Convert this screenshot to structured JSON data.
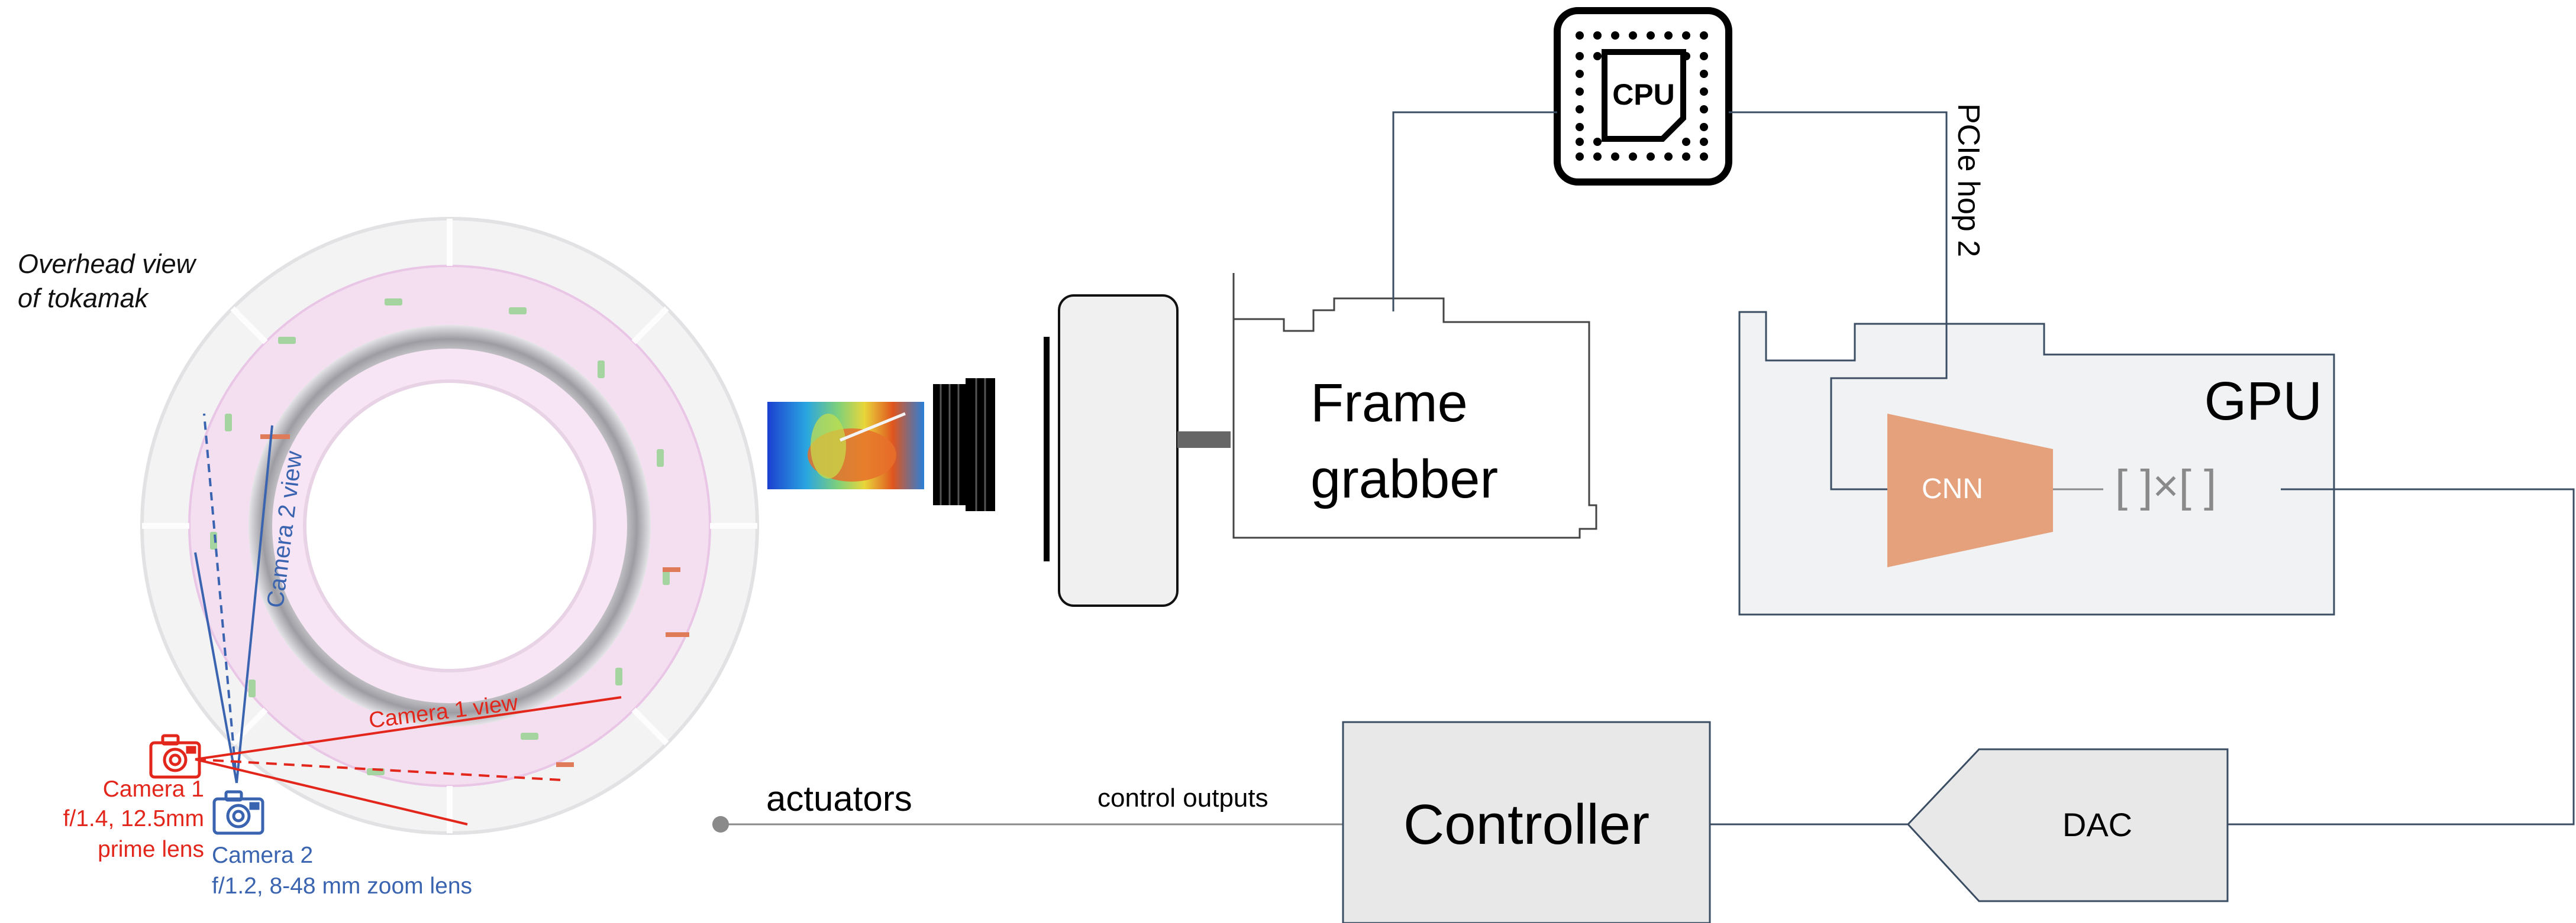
{
  "tokamak": {
    "caption_line1": "Overhead view",
    "caption_line2": "of tokamak",
    "camera1_view_label": "Camera 1 view",
    "camera2_view_label": "Camera 2 view",
    "camera1_name": "Camera 1",
    "camera1_spec1": "f/1.4, 12.5mm",
    "camera1_spec2": "prime lens",
    "camera2_name": "Camera 2",
    "camera2_spec": "f/1.2, 8-48 mm zoom lens"
  },
  "pipeline": {
    "frame_grabber_line1": "Frame",
    "frame_grabber_line2": "grabber",
    "cpu_label": "CPU",
    "pcie_label": "PCIe hop 2",
    "gpu_label": "GPU",
    "cnn_label": "CNN",
    "matmul_label": "[ ]×[ ]",
    "dac_label": "DAC",
    "controller_label": "Controller",
    "control_outputs_label": "control outputs",
    "actuators_label": "actuators"
  },
  "colors": {
    "camera1": "#e3261b",
    "camera2": "#3a64b0",
    "wire": "#3b4d63",
    "cnn_fill": "#e4a17c",
    "gpu_fill": "#f1f2f4",
    "box_fill": "#e8e8e8"
  },
  "icons": [
    "cpu-chip-icon",
    "camera-1-icon",
    "camera-2-icon",
    "thermal-image-icon",
    "camera-body-icon"
  ]
}
